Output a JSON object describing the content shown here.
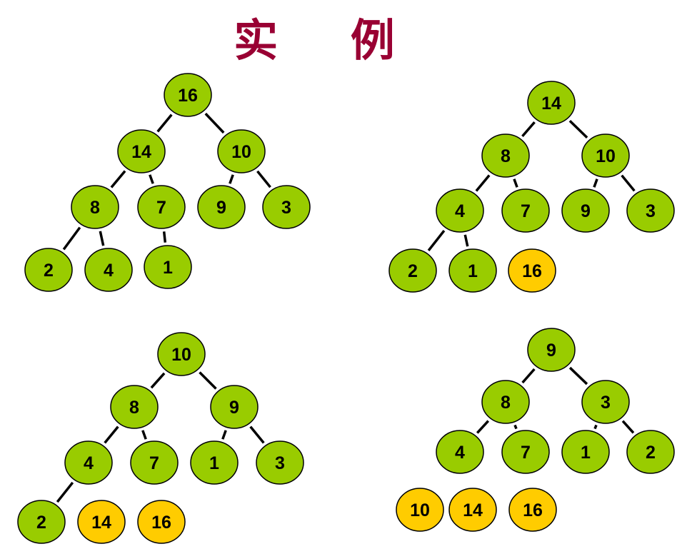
{
  "title": "实  例",
  "colors": {
    "title": "#990033",
    "heap_node": "#99cc00",
    "sorted_node": "#ffcc00",
    "edge": "#000000"
  },
  "trees": [
    {
      "name": "heap-1",
      "nodes": [
        {
          "id": "n0",
          "label": "16",
          "state": "heap"
        },
        {
          "id": "n1",
          "label": "14",
          "state": "heap"
        },
        {
          "id": "n2",
          "label": "10",
          "state": "heap"
        },
        {
          "id": "n3",
          "label": "8",
          "state": "heap"
        },
        {
          "id": "n4",
          "label": "7",
          "state": "heap"
        },
        {
          "id": "n5",
          "label": "9",
          "state": "heap"
        },
        {
          "id": "n6",
          "label": "3",
          "state": "heap"
        },
        {
          "id": "n7",
          "label": "2",
          "state": "heap"
        },
        {
          "id": "n8",
          "label": "4",
          "state": "heap"
        },
        {
          "id": "n9",
          "label": "1",
          "state": "heap"
        }
      ],
      "edges": [
        [
          "n0",
          "n1"
        ],
        [
          "n0",
          "n2"
        ],
        [
          "n1",
          "n3"
        ],
        [
          "n1",
          "n4"
        ],
        [
          "n2",
          "n5"
        ],
        [
          "n2",
          "n6"
        ],
        [
          "n3",
          "n7"
        ],
        [
          "n3",
          "n8"
        ],
        [
          "n4",
          "n9"
        ]
      ]
    },
    {
      "name": "heap-2",
      "nodes": [
        {
          "id": "n0",
          "label": "14",
          "state": "heap"
        },
        {
          "id": "n1",
          "label": "8",
          "state": "heap"
        },
        {
          "id": "n2",
          "label": "10",
          "state": "heap"
        },
        {
          "id": "n3",
          "label": "4",
          "state": "heap"
        },
        {
          "id": "n4",
          "label": "7",
          "state": "heap"
        },
        {
          "id": "n5",
          "label": "9",
          "state": "heap"
        },
        {
          "id": "n6",
          "label": "3",
          "state": "heap"
        },
        {
          "id": "n7",
          "label": "2",
          "state": "heap"
        },
        {
          "id": "n8",
          "label": "1",
          "state": "heap"
        },
        {
          "id": "n9",
          "label": "16",
          "state": "sorted"
        }
      ],
      "edges": [
        [
          "n0",
          "n1"
        ],
        [
          "n0",
          "n2"
        ],
        [
          "n1",
          "n3"
        ],
        [
          "n1",
          "n4"
        ],
        [
          "n2",
          "n5"
        ],
        [
          "n2",
          "n6"
        ],
        [
          "n3",
          "n7"
        ],
        [
          "n3",
          "n8"
        ]
      ]
    },
    {
      "name": "heap-3",
      "nodes": [
        {
          "id": "n0",
          "label": "10",
          "state": "heap"
        },
        {
          "id": "n1",
          "label": "8",
          "state": "heap"
        },
        {
          "id": "n2",
          "label": "9",
          "state": "heap"
        },
        {
          "id": "n3",
          "label": "4",
          "state": "heap"
        },
        {
          "id": "n4",
          "label": "7",
          "state": "heap"
        },
        {
          "id": "n5",
          "label": "1",
          "state": "heap"
        },
        {
          "id": "n6",
          "label": "3",
          "state": "heap"
        },
        {
          "id": "n7",
          "label": "2",
          "state": "heap"
        },
        {
          "id": "n8",
          "label": "14",
          "state": "sorted"
        },
        {
          "id": "n9",
          "label": "16",
          "state": "sorted"
        }
      ],
      "edges": [
        [
          "n0",
          "n1"
        ],
        [
          "n0",
          "n2"
        ],
        [
          "n1",
          "n3"
        ],
        [
          "n1",
          "n4"
        ],
        [
          "n2",
          "n5"
        ],
        [
          "n2",
          "n6"
        ],
        [
          "n3",
          "n7"
        ]
      ]
    },
    {
      "name": "heap-4",
      "nodes": [
        {
          "id": "n0",
          "label": "9",
          "state": "heap"
        },
        {
          "id": "n1",
          "label": "8",
          "state": "heap"
        },
        {
          "id": "n2",
          "label": "3",
          "state": "heap"
        },
        {
          "id": "n3",
          "label": "4",
          "state": "heap"
        },
        {
          "id": "n4",
          "label": "7",
          "state": "heap"
        },
        {
          "id": "n5",
          "label": "1",
          "state": "heap"
        },
        {
          "id": "n6",
          "label": "2",
          "state": "heap"
        },
        {
          "id": "n7",
          "label": "10",
          "state": "sorted"
        },
        {
          "id": "n8",
          "label": "14",
          "state": "sorted"
        },
        {
          "id": "n9",
          "label": "16",
          "state": "sorted"
        }
      ],
      "edges": [
        [
          "n0",
          "n1"
        ],
        [
          "n0",
          "n2"
        ],
        [
          "n1",
          "n3"
        ],
        [
          "n1",
          "n4"
        ],
        [
          "n2",
          "n5"
        ],
        [
          "n2",
          "n6"
        ]
      ]
    }
  ]
}
